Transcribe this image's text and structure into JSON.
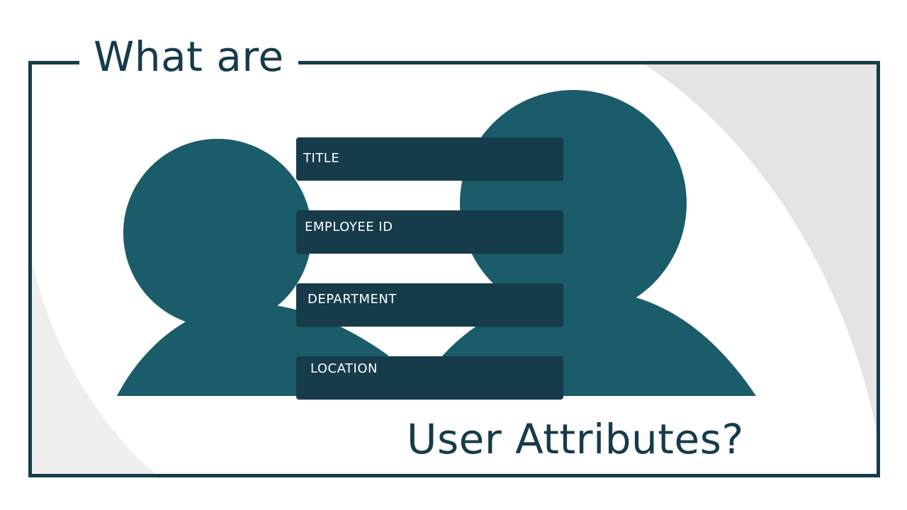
{
  "title": {
    "line1": "What are",
    "line2": "User Attributes?"
  },
  "attributes": [
    {
      "label": "TITLE"
    },
    {
      "label": "EMPLOYEE ID"
    },
    {
      "label": "DEPARTMENT"
    },
    {
      "label": "LOCATION"
    }
  ],
  "colors": {
    "frame": "#163b4a",
    "person": "#1a5c69",
    "bar": "#163b4a",
    "background_sweep": "#e4e4e4",
    "text_light": "#ffffff"
  },
  "icons": {
    "left_person": "user-silhouette-icon",
    "right_person": "user-silhouette-icon"
  }
}
